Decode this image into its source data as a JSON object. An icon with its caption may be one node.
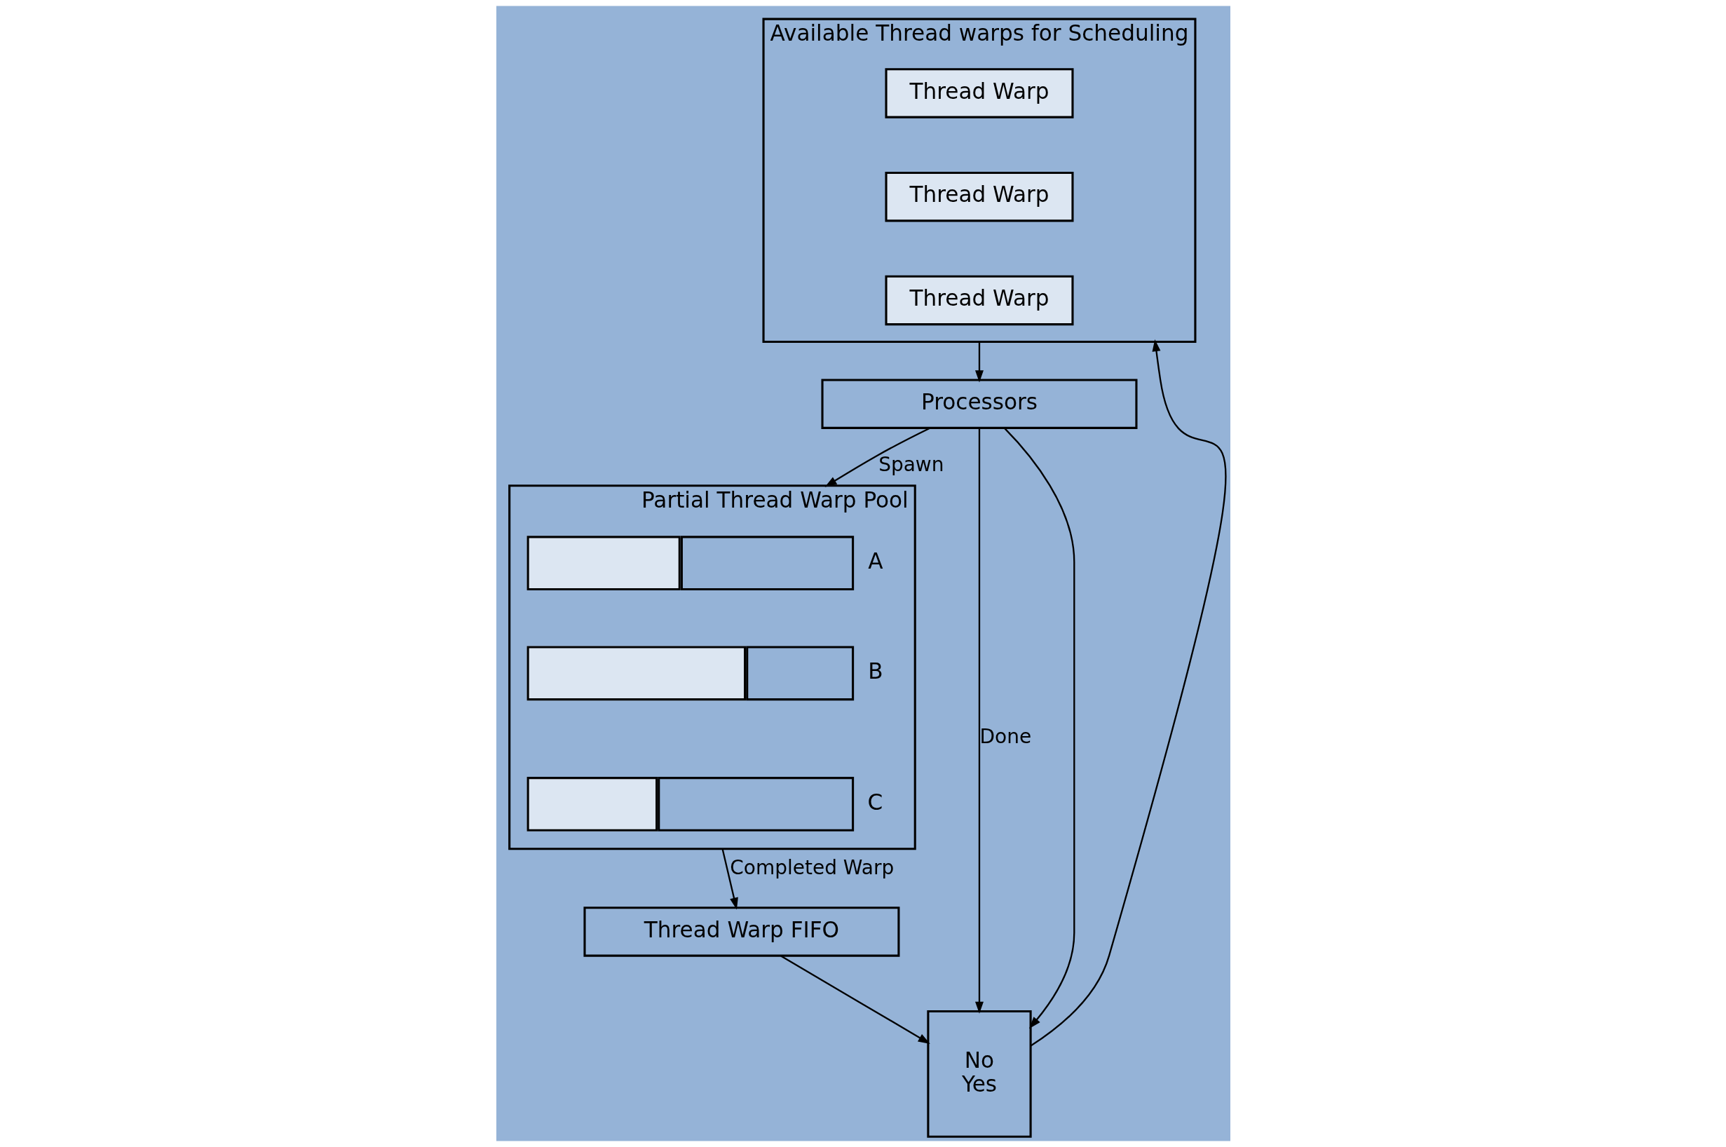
{
  "diagram": {
    "nodes": [
      {
        "text": [
          "Available Thread warps for Scheduling"
        ]
      },
      {
        "text": [
          "Thread Warp"
        ],
        "in": 0
      },
      {
        "text": [
          "Thread Warp"
        ],
        "in": 0
      },
      {
        "text": [
          "Thread Warp"
        ],
        "in": 0
      },
      {
        "text": [
          "Processors"
        ]
      },
      {
        "text": [
          "Partial Thread Warp Pool"
        ]
      },
      {
        "text": [],
        "shape": "bar",
        "in": 5,
        "beside": [
          "A"
        ]
      },
      {
        "text": [],
        "shape": "bar",
        "in": 5,
        "beside": [
          "B"
        ]
      },
      {
        "text": [],
        "shape": "bar",
        "in": 5,
        "beside": [
          "C"
        ]
      },
      {
        "text": [
          "No",
          "Yes"
        ]
      },
      {
        "text": [
          "Thread Warp FIFO"
        ]
      }
    ],
    "edges": [
      {
        "from": 9,
        "to": 0,
        "arrow": "to"
      },
      {
        "from": 0,
        "to": 4,
        "arrow": "to"
      },
      {
        "from": 4,
        "to": 5,
        "arrow": "to",
        "label": "Spawn"
      },
      {
        "from": 4,
        "to": 9,
        "arrow": "to",
        "label": "Done"
      },
      {
        "from": 4,
        "to": 9,
        "arrow": "to"
      },
      {
        "from": 10,
        "to": 9,
        "arrow": "to"
      },
      {
        "from": 5,
        "to": 10,
        "arrow": "to",
        "label": "Completed Warp"
      }
    ]
  }
}
